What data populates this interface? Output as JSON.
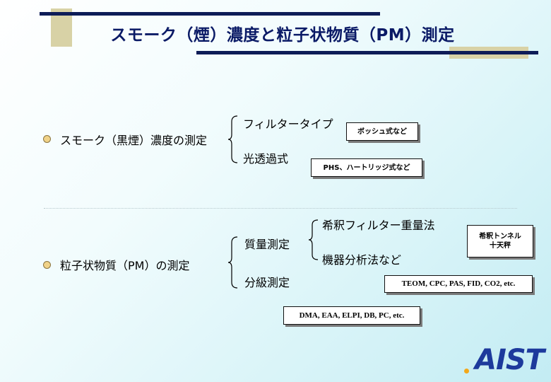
{
  "title": "スモーク（煙）濃度と粒子状物質（PM）測定",
  "section1": {
    "label": "スモーク（黒煙）濃度の測定",
    "branch1": "フィルタータイプ",
    "branch1_box": "ボッシュ式など",
    "branch2": "光透過式",
    "branch2_box": "PHS、ハートリッジ式など"
  },
  "section2": {
    "label": "粒子状物質（PM）の測定",
    "mass": "質量測定",
    "mass_sub1": "希釈フィルター重量法",
    "mass_sub1_box_line1": "希釈トンネル",
    "mass_sub1_box_line2": "十天秤",
    "mass_sub2": "機器分析法など",
    "classify": "分級測定",
    "classify_box": "TEOM, CPC, PAS, FID, CO2, etc.",
    "extra_box": "DMA, EAA, ELPI, DB, PC, etc."
  },
  "logo": {
    "text": "AIST",
    "color": "#1d3a9c",
    "dot_color": "#f3a81a"
  },
  "colors": {
    "title": "#0a1a66",
    "bar_dark": "#0d1c57",
    "bar_tan": "#d8d2a6",
    "bullet": "#f0d288"
  }
}
